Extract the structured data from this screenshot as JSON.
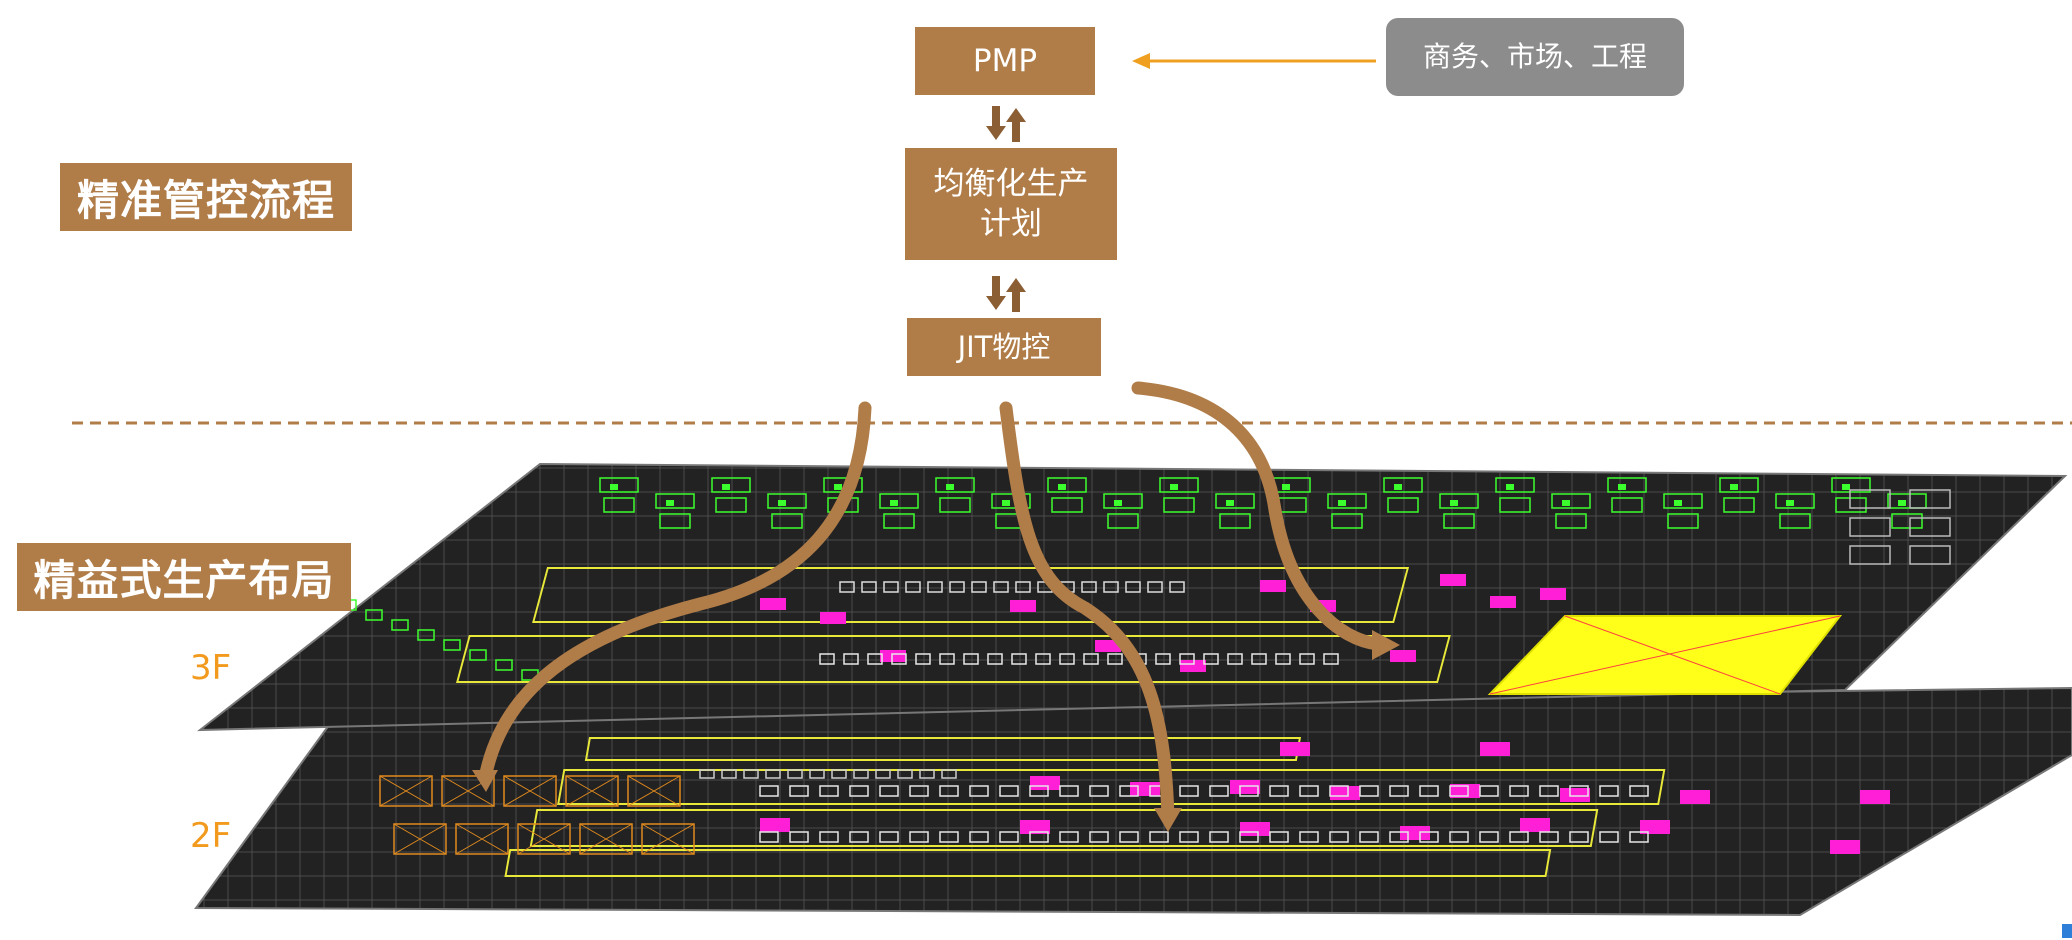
{
  "flow": {
    "pmp": "PMP",
    "external": "商务、市场、工程",
    "plan": "均衡化生产计划",
    "jit": "JIT物控"
  },
  "sections": {
    "process": "精准管控流程",
    "layout": "精益式生产布局"
  },
  "floors": {
    "upper": "3F",
    "lower": "2F"
  },
  "colors": {
    "accent_brown": "#b07c48",
    "gray_box": "#8c8c8c",
    "orange_arrow": "#f0a020",
    "floor_label": "#f29a1d",
    "cad_background": "#222222",
    "cad_green": "#3cff2e",
    "cad_magenta": "#ff1fd6",
    "cad_yellow": "#ffff1a"
  },
  "icons": {
    "down_up_arrows": "down-up-arrows-icon"
  }
}
